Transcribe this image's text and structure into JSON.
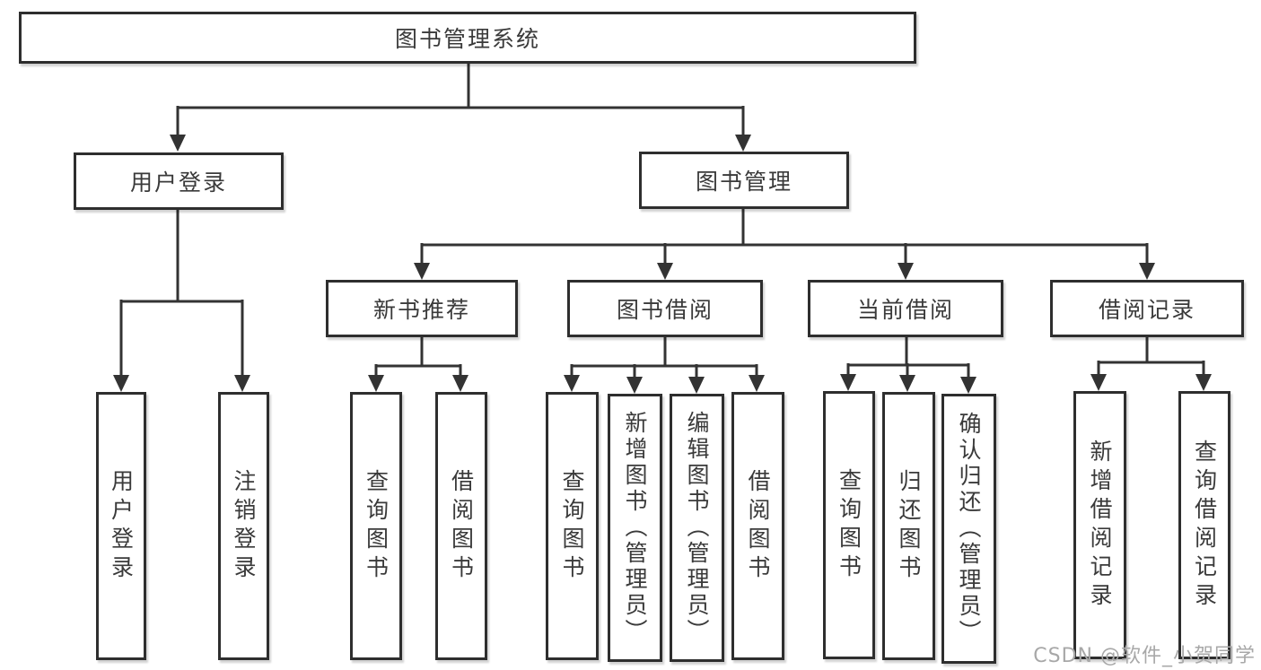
{
  "diagram": {
    "tree": {
      "label": "图书管理系统",
      "children": [
        {
          "label": "用户登录",
          "children": [
            {
              "label": "用户登录"
            },
            {
              "label": "注销登录"
            }
          ]
        },
        {
          "label": "图书管理",
          "children": [
            {
              "label": "新书推荐",
              "children": [
                {
                  "label": "查询图书"
                },
                {
                  "label": "借阅图书"
                }
              ]
            },
            {
              "label": "图书借阅",
              "children": [
                {
                  "label": "查询图书"
                },
                {
                  "label": "新增图书（管理员）"
                },
                {
                  "label": "编辑图书（管理员）"
                },
                {
                  "label": "借阅图书"
                }
              ]
            },
            {
              "label": "当前借阅",
              "children": [
                {
                  "label": "查询图书"
                },
                {
                  "label": "归还图书"
                },
                {
                  "label": "确认归还（管理员）"
                }
              ]
            },
            {
              "label": "借阅记录",
              "children": [
                {
                  "label": "新增借阅记录"
                },
                {
                  "label": "查询借阅记录"
                }
              ]
            }
          ]
        }
      ]
    },
    "watermark": "CSDN @软件_小贺同学",
    "colors": {
      "line": "#333333",
      "box_border": "#2e2e2e",
      "text": "#3a3a3a",
      "watermark": "#a8a8a8"
    }
  }
}
